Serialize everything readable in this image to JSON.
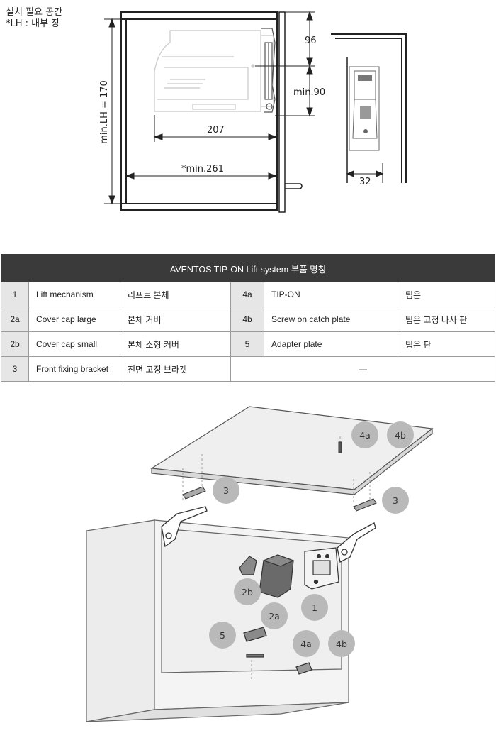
{
  "header_note": {
    "line1": "설치 필요 공간",
    "line2": "*LH : 내부 장"
  },
  "dimensions": {
    "height": "min.LH = 170",
    "top_gap": "96",
    "mech_height": "min.90",
    "mech_depth": "207",
    "inner_depth": "*min.261",
    "side_depth": "32"
  },
  "table": {
    "title": "AVENTOS TIP-ON Lift system 부품 명칭",
    "rows": [
      {
        "n1": "1",
        "en1": "Lift mechanism",
        "ko1": "리프트 본체",
        "n2": "4a",
        "en2": "TIP-ON",
        "ko2": "팁온"
      },
      {
        "n1": "2a",
        "en1": "Cover cap large",
        "ko1": "본체 커버",
        "n2": "4b",
        "en2": "Screw on catch plate",
        "ko2": "팁온 고정 나사 판"
      },
      {
        "n1": "2b",
        "en1": "Cover cap small",
        "ko1": "본체 소형 커버",
        "n2": "5",
        "en2": "Adapter plate",
        "ko2": "팁온 판"
      },
      {
        "n1": "3",
        "en1": "Front fixing bracket",
        "ko1": "전면 고정 브라켓",
        "empty": "—"
      }
    ]
  },
  "callouts": {
    "c3_left": "3",
    "c3_right": "3",
    "c4a_top": "4a",
    "c4b_top": "4b",
    "c2b": "2b",
    "c2a": "2a",
    "c1": "1",
    "c5": "5",
    "c4a_bottom": "4a",
    "c4b_bottom": "4b"
  }
}
